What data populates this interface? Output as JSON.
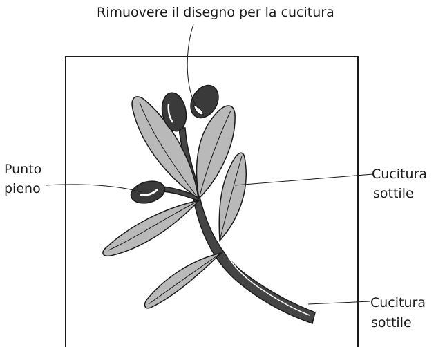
{
  "labels": {
    "top": "Rimuovere il disegno per la cucitura",
    "left_line1": "Punto",
    "left_line2": "pieno",
    "right_top_line1": "Cucitura",
    "right_top_line2": "sottile",
    "right_bottom_line1": "Cucitura",
    "right_bottom_line2": "sottile"
  },
  "colors": {
    "leaf_fill": "#b9b9b9",
    "olive_fill": "#3a3a3a",
    "stem_fill": "#444444",
    "outline": "#1a1a1a"
  }
}
